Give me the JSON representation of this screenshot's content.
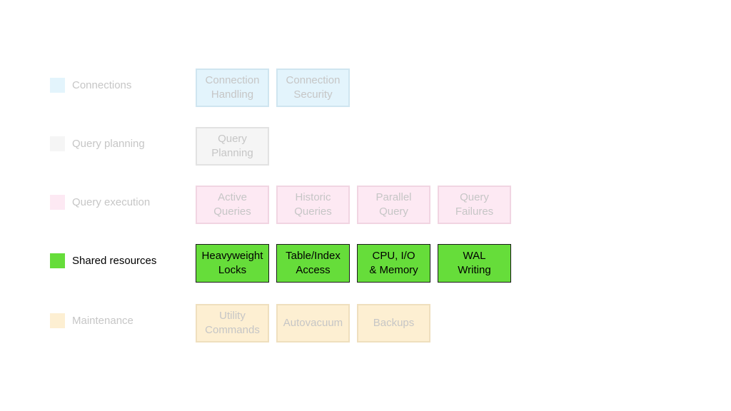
{
  "colors": {
    "connections_fill": "#e3f4fc",
    "connections_border": "#cfe5f0",
    "planning_fill": "#f5f5f5",
    "planning_border": "#e2e2e2",
    "execution_fill": "#fde9f3",
    "execution_border": "#f1d5e2",
    "shared_fill": "#66dd3a",
    "shared_border": "#1a1a1a",
    "maintenance_fill": "#fdefd2",
    "maintenance_border": "#efdfbe",
    "faded_text": "#c6c6c6",
    "active_text": "#000000"
  },
  "rows": [
    {
      "label": "Connections",
      "active": false,
      "color_key": "connections",
      "boxes": [
        {
          "label": "Connection\nHandling"
        },
        {
          "label": "Connection\nSecurity"
        }
      ]
    },
    {
      "label": "Query planning",
      "active": false,
      "color_key": "planning",
      "boxes": [
        {
          "label": "Query\nPlanning"
        }
      ]
    },
    {
      "label": "Query execution",
      "active": false,
      "color_key": "execution",
      "boxes": [
        {
          "label": "Active\nQueries"
        },
        {
          "label": "Historic\nQueries"
        },
        {
          "label": "Parallel\nQuery"
        },
        {
          "label": "Query\nFailures"
        }
      ]
    },
    {
      "label": "Shared resources",
      "active": true,
      "color_key": "shared",
      "boxes": [
        {
          "label": "Heavyweight\nLocks"
        },
        {
          "label": "Table/Index\nAccess"
        },
        {
          "label": "CPU, I/O\n& Memory"
        },
        {
          "label": "WAL\nWriting"
        }
      ]
    },
    {
      "label": "Maintenance",
      "active": false,
      "color_key": "maintenance",
      "boxes": [
        {
          "label": "Utility\nCommands"
        },
        {
          "label": "Autovacuum"
        },
        {
          "label": "Backups"
        }
      ]
    }
  ]
}
